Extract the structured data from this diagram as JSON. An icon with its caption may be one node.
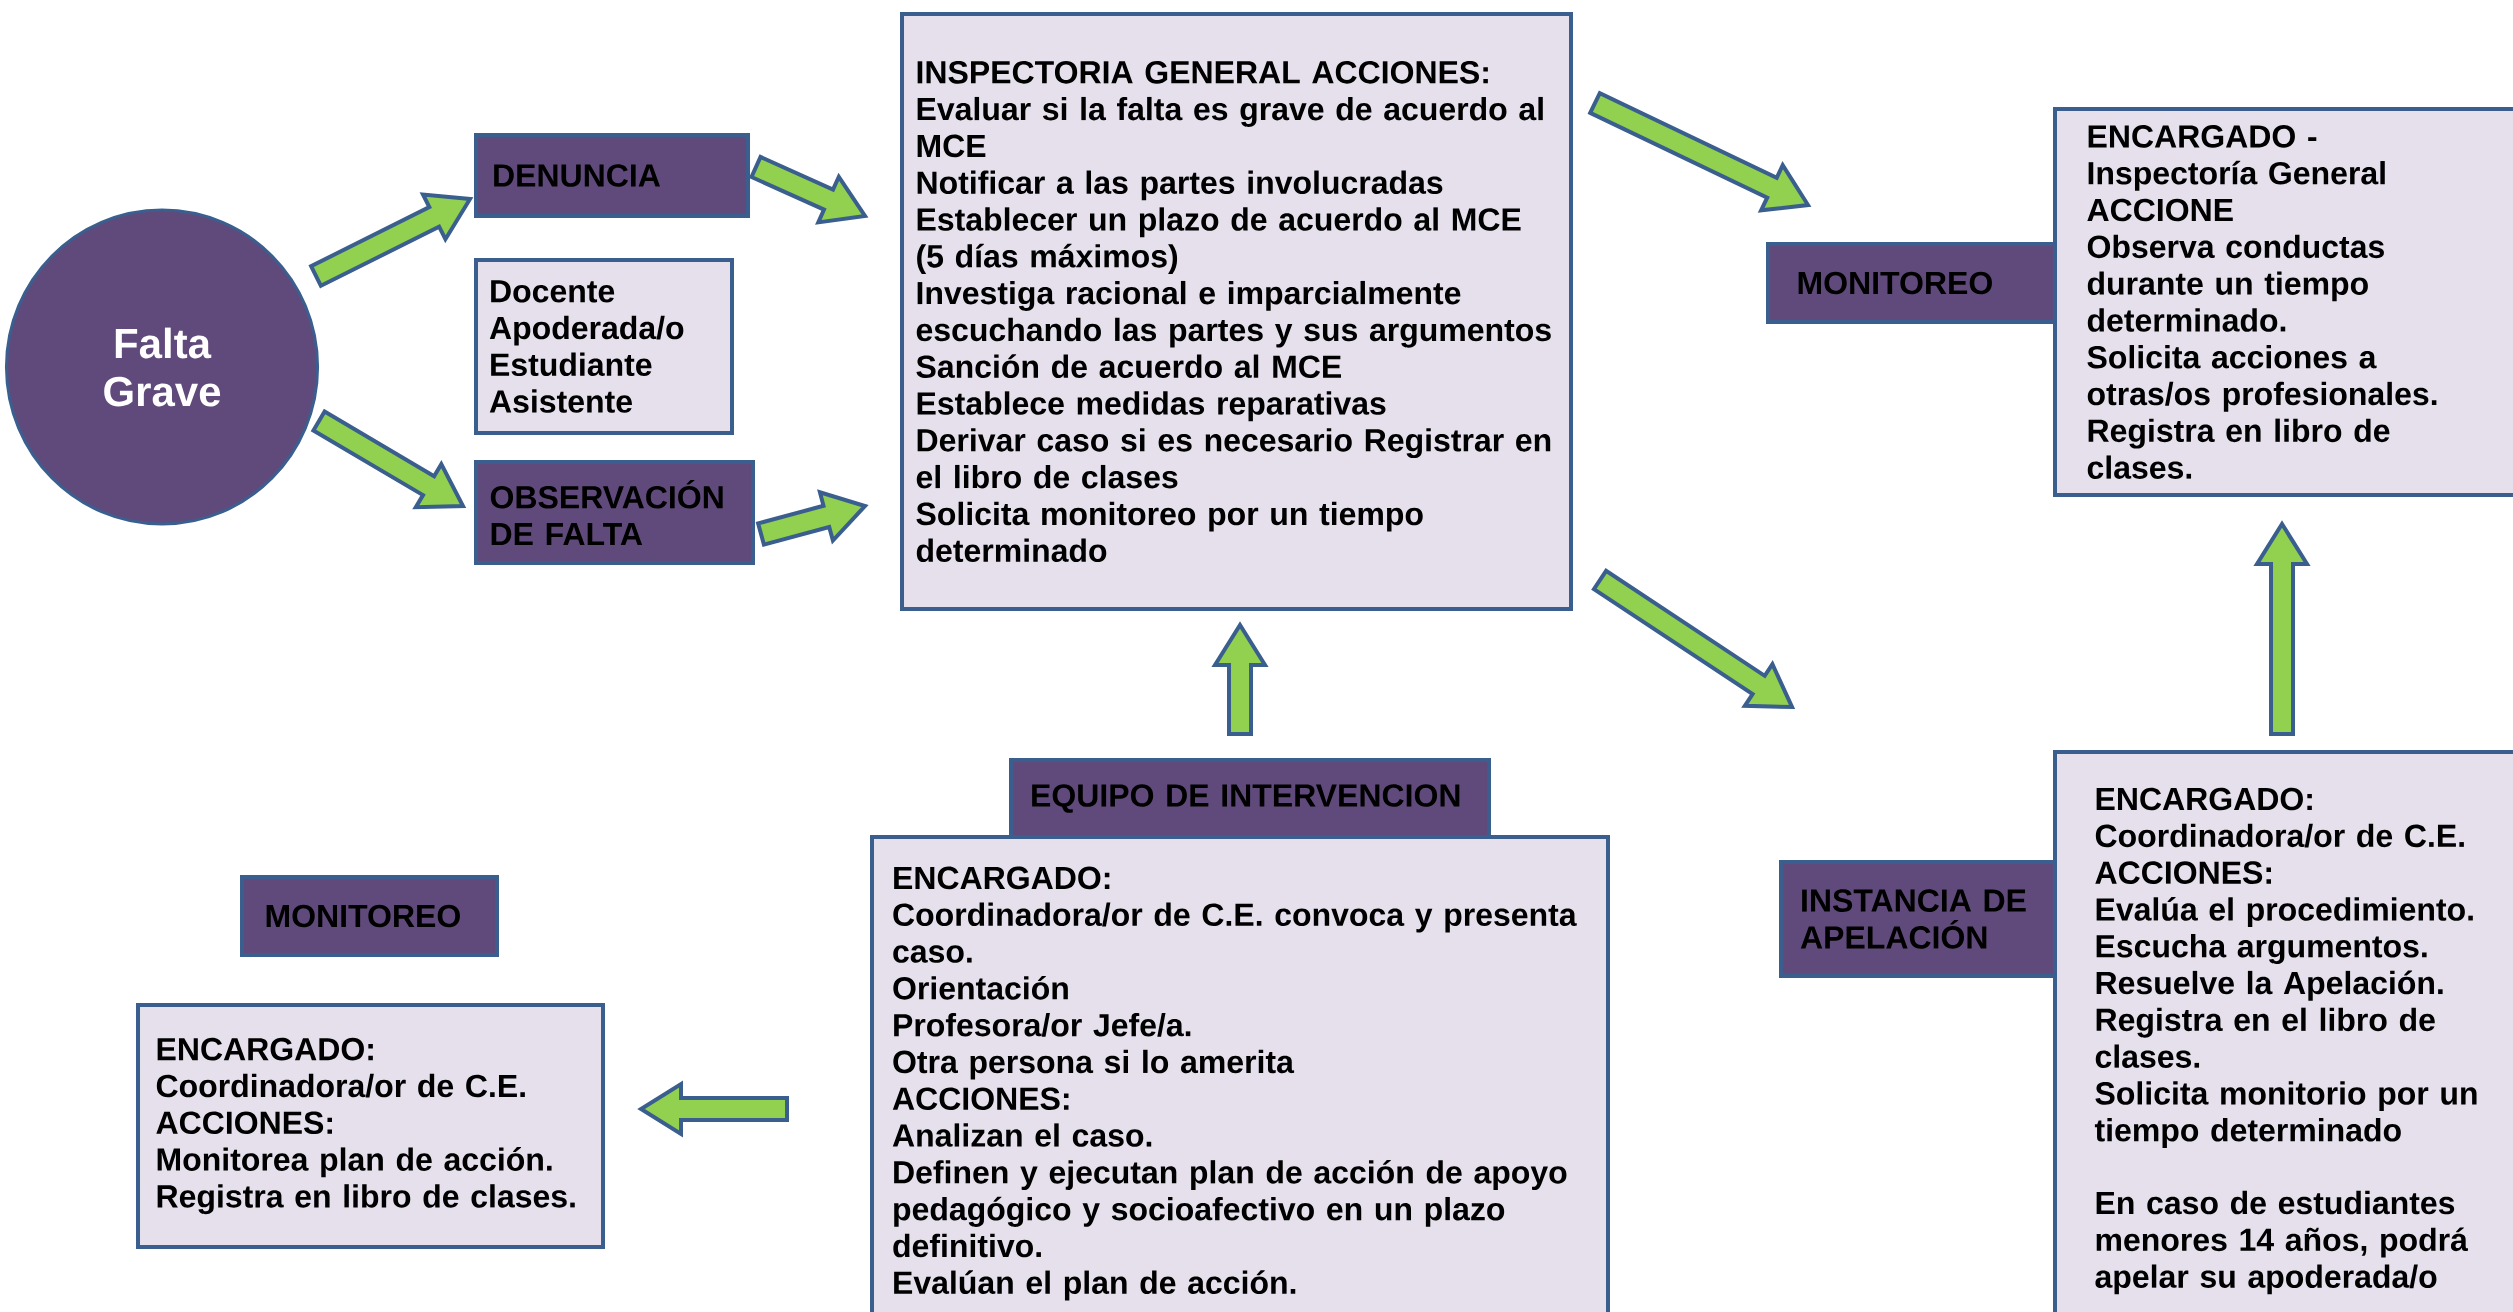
{
  "diagram": {
    "nodes": [
      {
        "text": [
          "Falta Grave"
        ]
      },
      {
        "text": [
          "DENUNCIA"
        ]
      },
      {
        "text": [
          "Docente",
          "Apoderada/o",
          "Estudiante",
          "Asistente"
        ]
      },
      {
        "text": [
          "OBSERVACIÓN DE FALTA"
        ]
      },
      {
        "text": [
          "INSPECTORIA GENERAL ACCIONES:",
          "Evaluar si la falta es grave de acuerdo al MCE",
          "Notificar a las partes involucradas",
          "Establecer un plazo de acuerdo al MCE (5 días máximos)",
          "Investiga racional e imparcialmente escuchando las partes y sus argumentos Sanción de acuerdo al MCE",
          "Establece medidas reparativas",
          "Derivar caso si es necesario Registrar en el libro de clases",
          "Solicita monitoreo por un tiempo determinado"
        ]
      },
      {
        "text": [
          "MONITOREO"
        ]
      },
      {
        "text": [
          "ENCARGADO - Inspectoría General",
          "ACCIONE",
          "Observa conductas durante un tiempo determinado.",
          "Solicita acciones a otras/os profesionales.",
          "Registra en libro de clases."
        ]
      },
      {
        "text": [
          "EQUIPO DE INTERVENCION"
        ]
      },
      {
        "text": [
          "ENCARGADO:",
          "Coordinadora/or de C.E. convoca y presenta caso.",
          "Orientación",
          "Profesora/or Jefe/a.",
          "Otra persona si lo amerita",
          "ACCIONES:",
          "Analizan el caso.",
          "Definen y ejecutan plan de acción de apoyo pedagógico y socioafectivo en un plazo definitivo.",
          "Evalúan el plan de acción."
        ]
      },
      {
        "text": [
          "MONITOREO"
        ]
      },
      {
        "text": [
          "ENCARGADO:",
          "Coordinadora/or de C.E.",
          "ACCIONES:",
          "Monitorea plan de acción.",
          "Registra en libro de clases."
        ]
      },
      {
        "text": [
          "INSTANCIA DE APELACIÓN"
        ]
      },
      {
        "text": [
          "ENCARGADO:",
          "Coordinadora/or de C.E.",
          "ACCIONES:",
          "Evalúa el procedimiento.",
          "Escucha argumentos.",
          "Resuelve la Apelación.",
          "Registra en el libro de clases.",
          "Solicita monitorio por un tiempo determinado",
          "En caso de estudiantes menores 14 años, podrá apelar su apoderada/o"
        ]
      }
    ],
    "edges": [
      {
        "from": 0,
        "to": 1,
        "arrow": "to"
      },
      {
        "from": 0,
        "to": 3,
        "arrow": "to"
      },
      {
        "from": 1,
        "to": 4,
        "arrow": "to"
      },
      {
        "from": 3,
        "to": 4,
        "arrow": "to"
      },
      {
        "from": 4,
        "to": 5,
        "arrow": "to"
      },
      {
        "from": 4,
        "to": 11,
        "arrow": "to"
      },
      {
        "from": 7,
        "to": 4,
        "arrow": "to"
      },
      {
        "from": 12,
        "to": 6,
        "arrow": "to"
      },
      {
        "from": 8,
        "to": 10,
        "arrow": "to"
      }
    ]
  }
}
